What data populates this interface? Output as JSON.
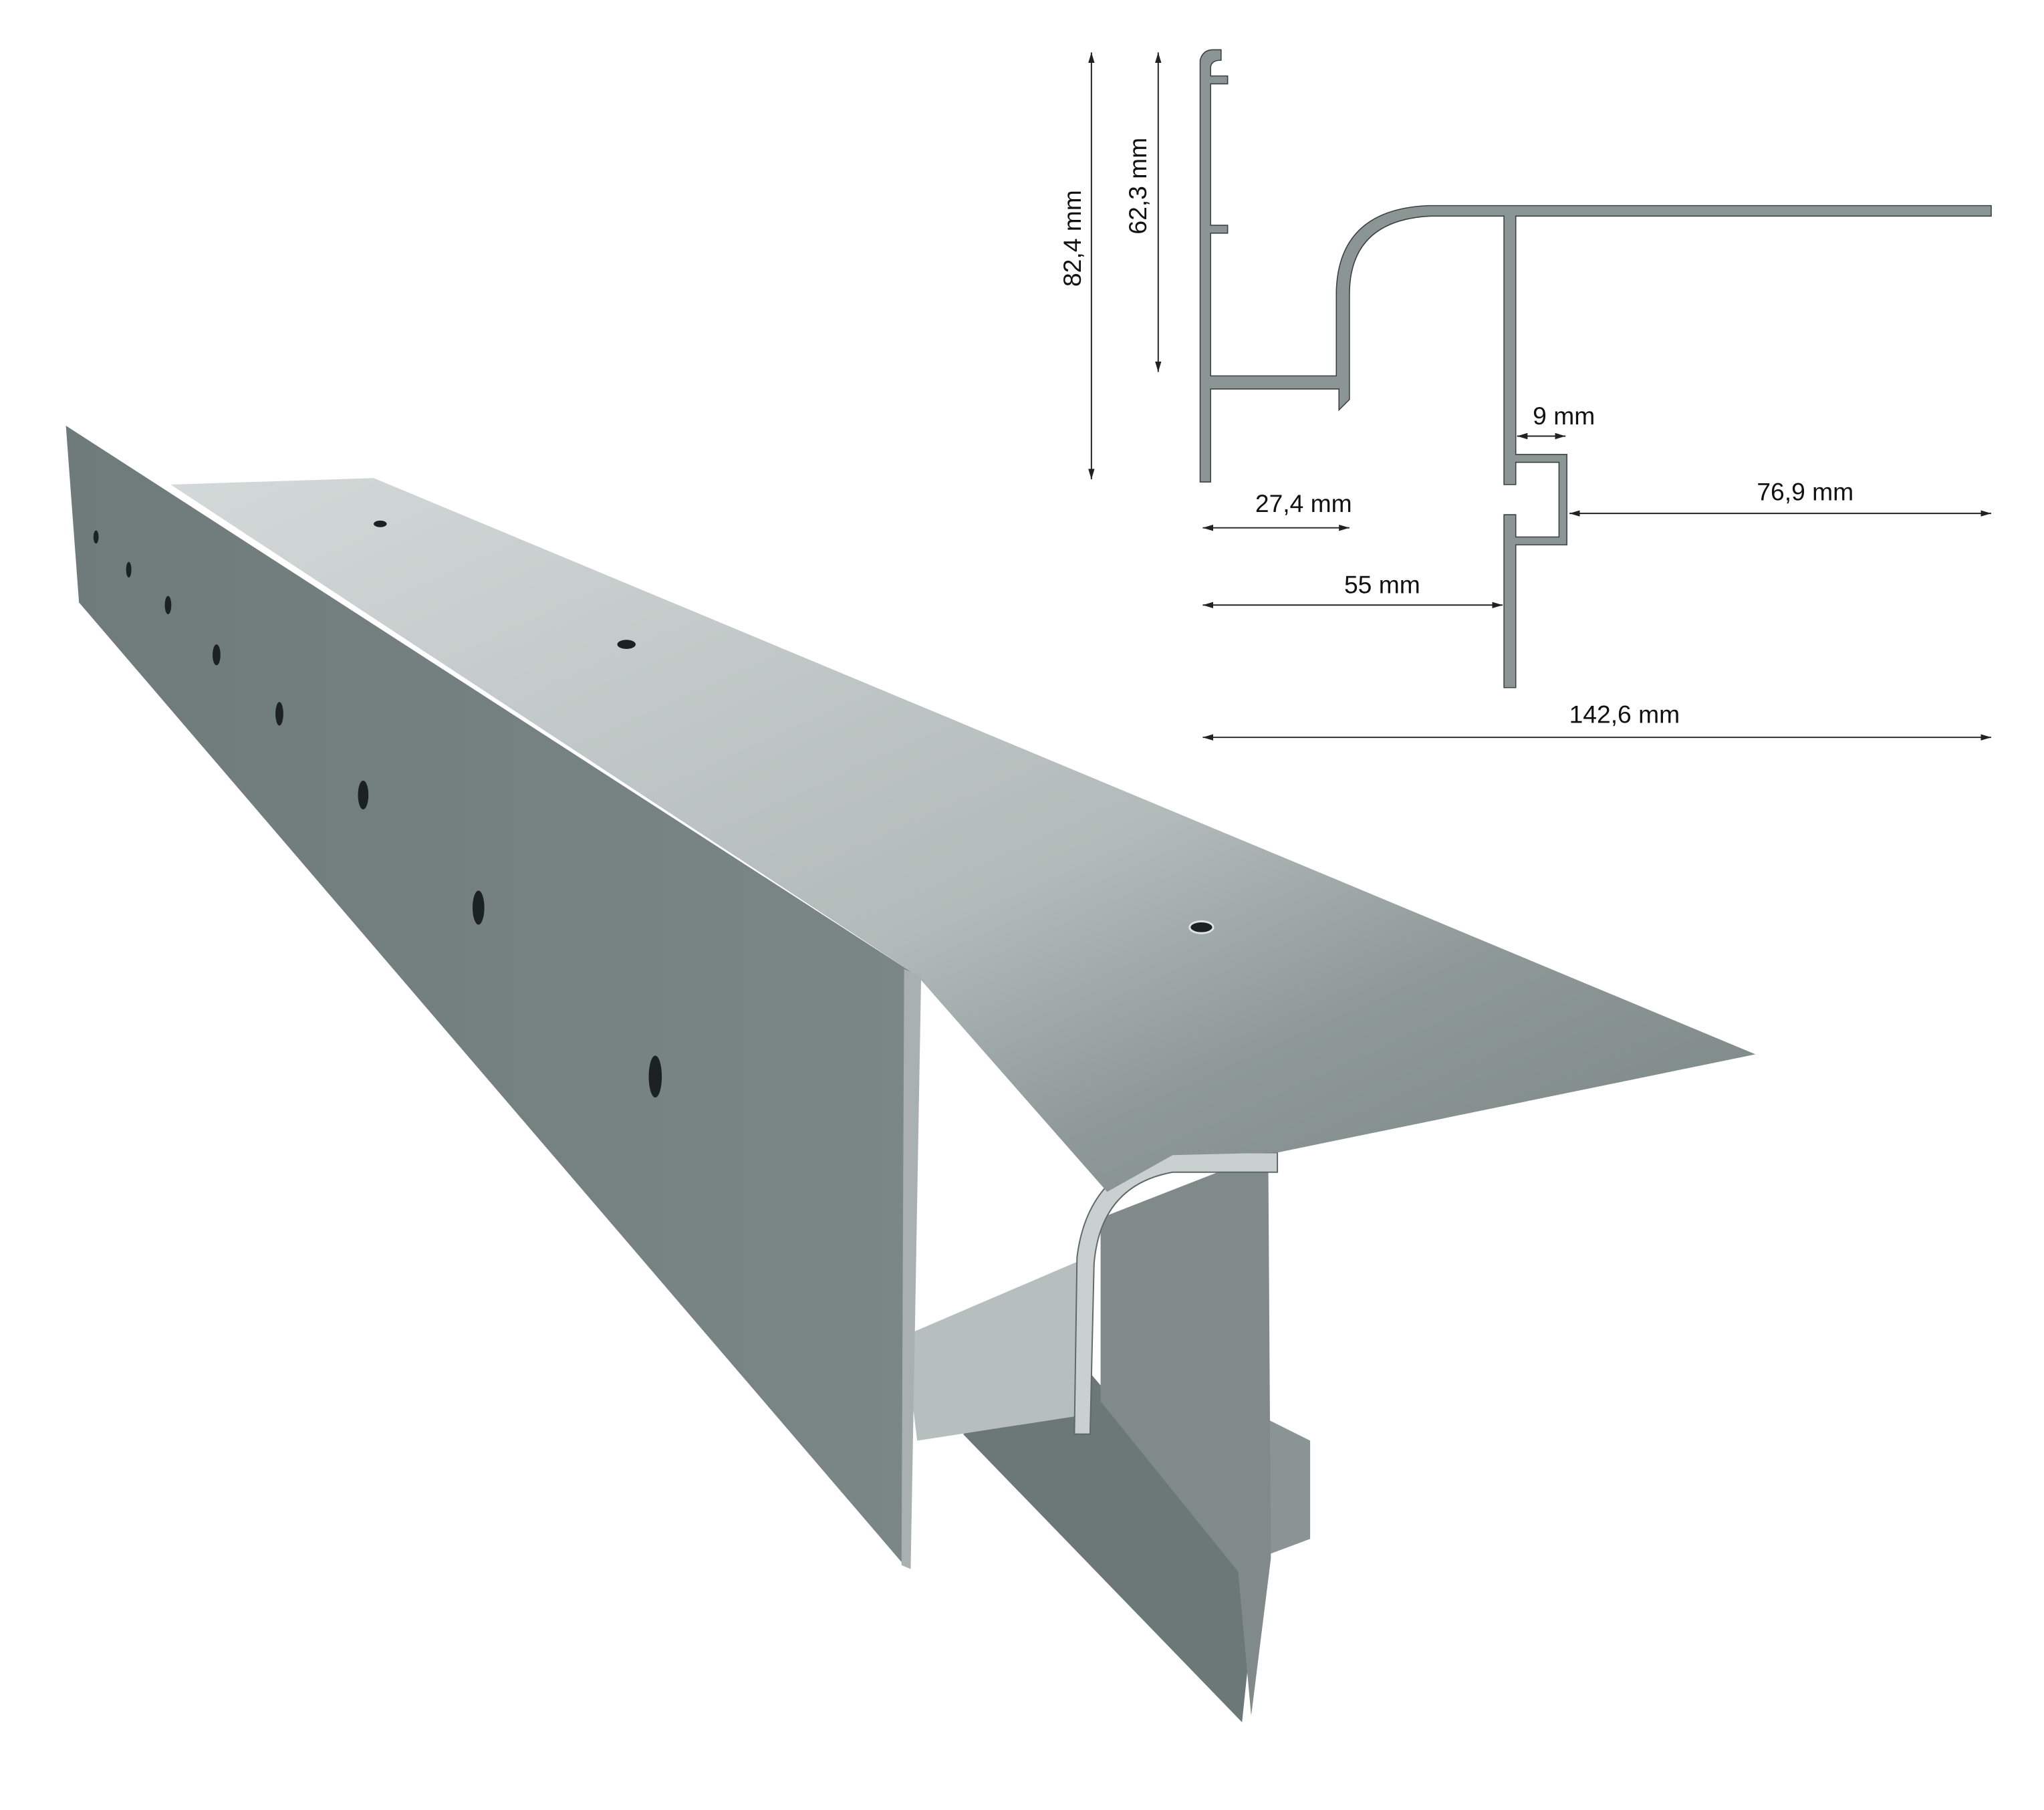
{
  "dimensions": {
    "total_height": "82,4 mm",
    "upper_height": "62,3 mm",
    "channel_gap": "9 mm",
    "shelf_width": "27,4 mm",
    "right_overhang": "76,9 mm",
    "web_offset": "55 mm",
    "total_width": "142,6 mm"
  },
  "colors": {
    "profile": "#8b9594",
    "fascia": "#74817f",
    "top_light": "#cfd5d4",
    "top_dark": "#7e8988"
  }
}
